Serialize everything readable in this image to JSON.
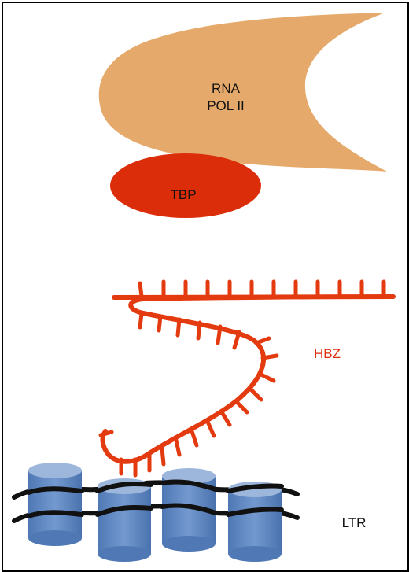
{
  "labels": {
    "rna_pol_line1": "RNA",
    "rna_pol_line2": "POL II",
    "tbp": "TBP",
    "hbz": "HBZ",
    "ltr": "LTR"
  },
  "colors": {
    "rna_pol": "#E5AA6B",
    "tbp": "#DC2D0A",
    "hbz": "#E43A10",
    "nucleosome_top": "#9DB6DB",
    "nucleosome_body": "#5E86C0",
    "dna": "#111111",
    "frame": "#000000"
  }
}
